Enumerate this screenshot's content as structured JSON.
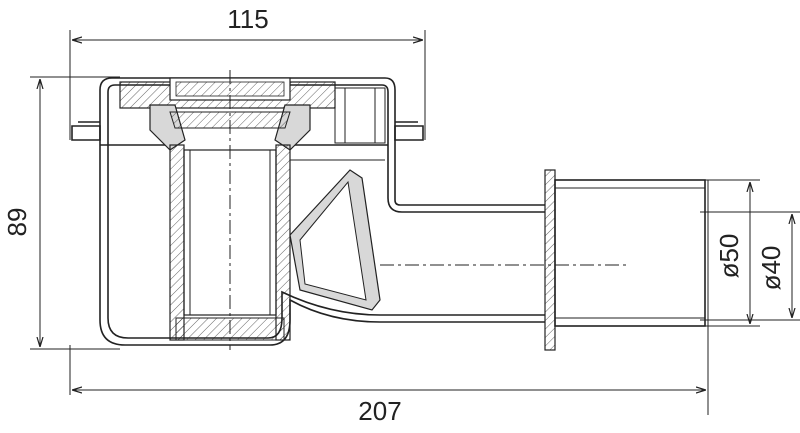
{
  "dimensions": {
    "top_width": "115",
    "overall_length": "207",
    "height": "89",
    "outer_diameter": "ø50",
    "inner_diameter": "ø40"
  },
  "colors": {
    "line": "#222222",
    "fill": "#d8d8d8",
    "background": "#ffffff"
  }
}
